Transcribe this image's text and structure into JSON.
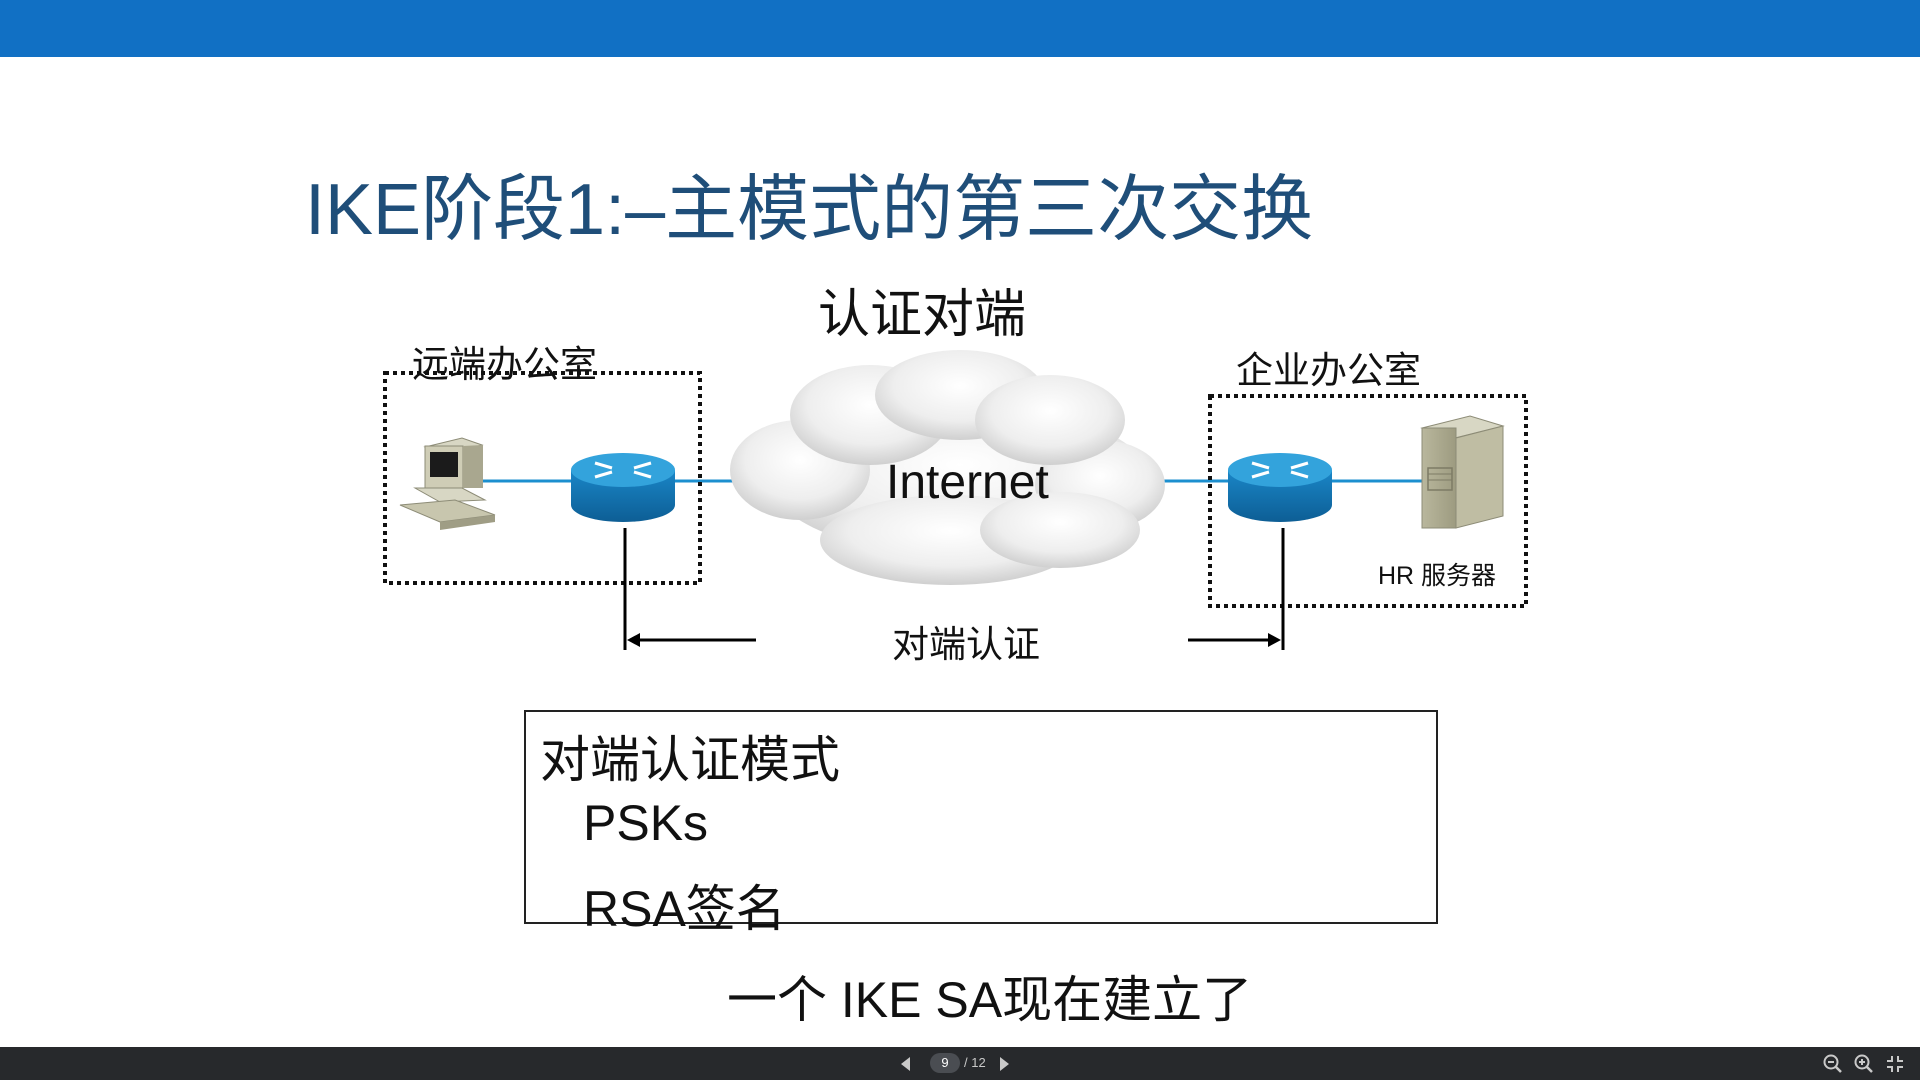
{
  "slide": {
    "title": "IKE阶段1:–主模式的第三次交换",
    "subtitle": "认证对端",
    "remote_office_label": "远端办公室",
    "corporate_office_label": "企业办公室",
    "internet_label": "Internet",
    "hr_server_label": "HR 服务器",
    "peer_auth_label": "对端认证",
    "auth_mode_box": {
      "title": "对端认证模式",
      "items": [
        "PSKs",
        "RSA签名"
      ]
    },
    "bottom_note": "一个 IKE SA现在建立了"
  },
  "viewer": {
    "current_page": "9",
    "total_pages": "/ 12"
  },
  "colors": {
    "top_bar": "#1170c4",
    "title": "#1f4e79",
    "link_line": "#1c8fcf",
    "router": "#1a86c7",
    "bottom_bar": "#27292c"
  },
  "icons": [
    "prev-page-icon",
    "next-page-icon",
    "zoom-out-icon",
    "zoom-in-icon",
    "fullscreen-icon"
  ]
}
